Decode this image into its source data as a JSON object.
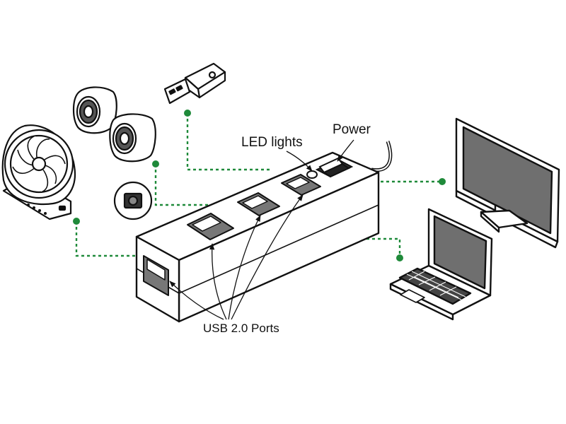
{
  "labels": {
    "power": "Power",
    "led_lights": "LED lights",
    "usb_ports": "USB 2.0 Ports"
  },
  "colors": {
    "connector": "#1f8a3a",
    "outline": "#111111",
    "screen": "#6f6f6f",
    "background": "#ffffff"
  },
  "devices": [
    "usb-fan-icon",
    "speakers-icon",
    "webcam-icon",
    "usb-flash-drive-icon",
    "monitor-icon",
    "laptop-icon"
  ]
}
